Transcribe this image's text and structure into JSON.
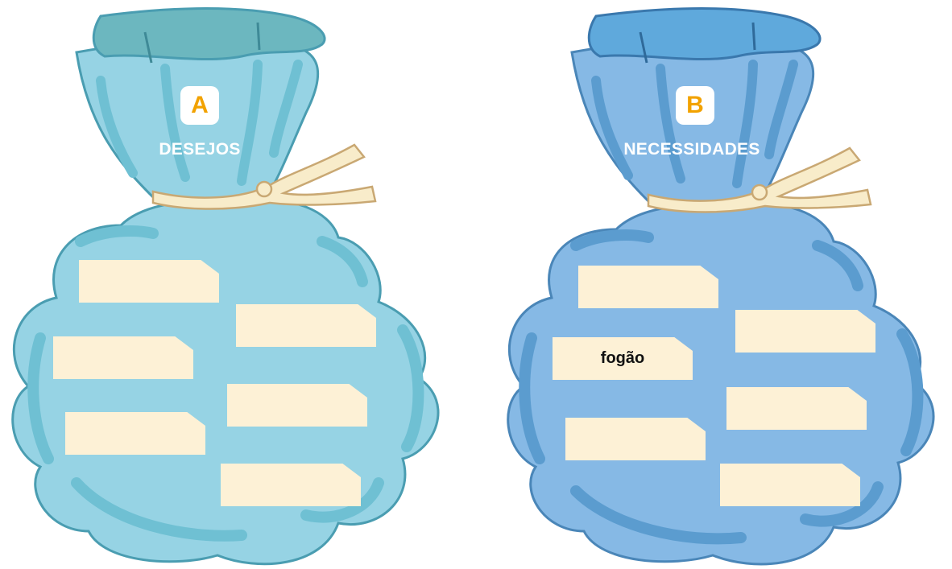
{
  "bags": [
    {
      "badge": "A",
      "title": "DESEJOS",
      "color": "#96d3e4",
      "cards": [
        "",
        "",
        "",
        "",
        "",
        ""
      ]
    },
    {
      "badge": "B",
      "title": "NECESSIDADES",
      "color": "#86b9e5",
      "cards": [
        "",
        "",
        "fogão",
        "",
        "",
        ""
      ]
    }
  ]
}
